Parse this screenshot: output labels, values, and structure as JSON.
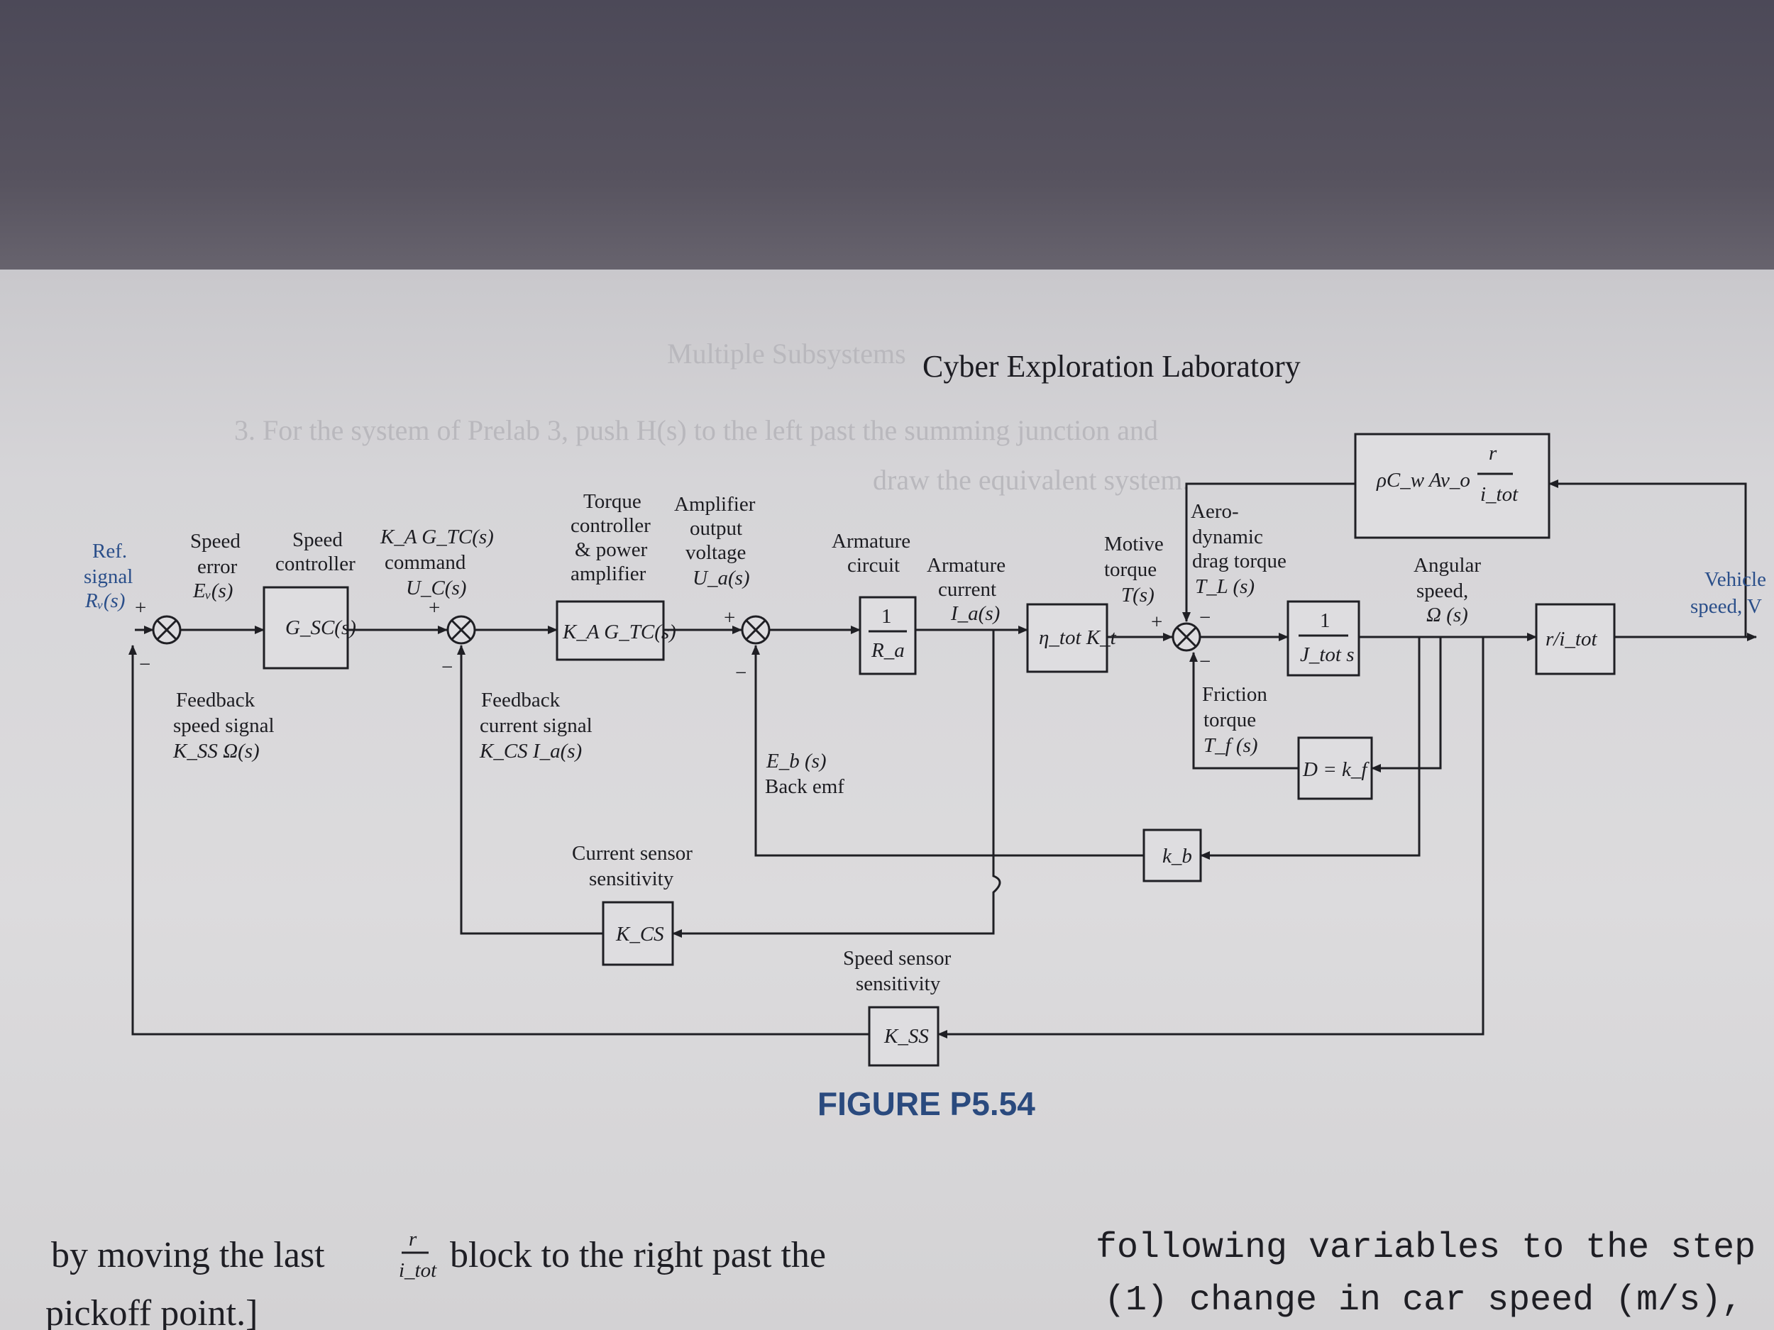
{
  "header": {
    "title": "Cyber Exploration Laboratory"
  },
  "figure": {
    "caption": "FIGURE P5.54"
  },
  "labels": {
    "ref_signal_1": "Ref.",
    "ref_signal_2": "signal",
    "ref_signal_3": "Rᵥ(s)",
    "speed_error_1": "Speed",
    "speed_error_2": "error",
    "speed_error_3": "Eᵥ(s)",
    "speed_controller_1": "Speed",
    "speed_controller_2": "controller",
    "command_1": "K_A G_TC(s)",
    "command_2": "command",
    "command_3": "U_C(s)",
    "torque_ctrl_1": "Torque",
    "torque_ctrl_2": "controller",
    "torque_ctrl_3": "& power",
    "torque_ctrl_4": "amplifier",
    "amp_out_1": "Amplifier",
    "amp_out_2": "output",
    "amp_out_3": "voltage",
    "amp_out_4": "U_a(s)",
    "arm_circuit_1": "Armature",
    "arm_circuit_2": "circuit",
    "arm_current_1": "Armature",
    "arm_current_2": "current",
    "arm_current_3": "I_a(s)",
    "motive_1": "Motive",
    "motive_2": "torque",
    "motive_3": "T(s)",
    "aero_1": "Aero-",
    "aero_2": "dynamic",
    "aero_3": "drag torque",
    "aero_4": "T_L (s)",
    "angular_1": "Angular",
    "angular_2": "speed,",
    "angular_3": "Ω (s)",
    "vehicle_1": "Vehicle",
    "vehicle_2": "speed, V",
    "fb_speed_1": "Feedback",
    "fb_speed_2": "speed signal",
    "fb_speed_3": "K_SS Ω(s)",
    "fb_current_1": "Feedback",
    "fb_current_2": "current signal",
    "fb_current_3": "K_CS I_a(s)",
    "back_emf_1": "E_b (s)",
    "back_emf_2": "Back emf",
    "friction_1": "Friction",
    "friction_2": "torque",
    "friction_3": "T_f (s)",
    "cur_sensor_1": "Current sensor",
    "cur_sensor_2": "sensitivity",
    "spd_sensor_1": "Speed sensor",
    "spd_sensor_2": "sensitivity"
  },
  "blocks": {
    "gsc": "G_SC(s)",
    "katc": "K_A G_TC(s)",
    "arm_num": "1",
    "arm_den": "R_a",
    "eta": "η_tot K_t",
    "inertia_num": "1",
    "inertia_den": "J_tot s",
    "ratio": "r/i_tot",
    "drag_main": "ρC_w Av_o",
    "drag_num": "r",
    "drag_den": "i_tot",
    "friction": "D = k_f",
    "kb": "k_b",
    "kcs": "K_CS",
    "kss": "K_SS"
  },
  "signs": {
    "plus": "+",
    "minus": "−"
  },
  "bottom_text": {
    "left_1a": "by moving the last",
    "left_frac_num": "r",
    "left_frac_den": "i_tot",
    "left_1b": "block to the right past the",
    "left_2": "pickoff point.]",
    "right_1": "following variables to the step",
    "right_2": "(1) change in car speed (m/s),"
  },
  "ghost_text": {
    "top_left": "3. For the system of Prelab 3, push H(s) to the left past the summing junction and",
    "top_2": "draw the equivalent system.",
    "sub": "Multiple Subsystems"
  }
}
